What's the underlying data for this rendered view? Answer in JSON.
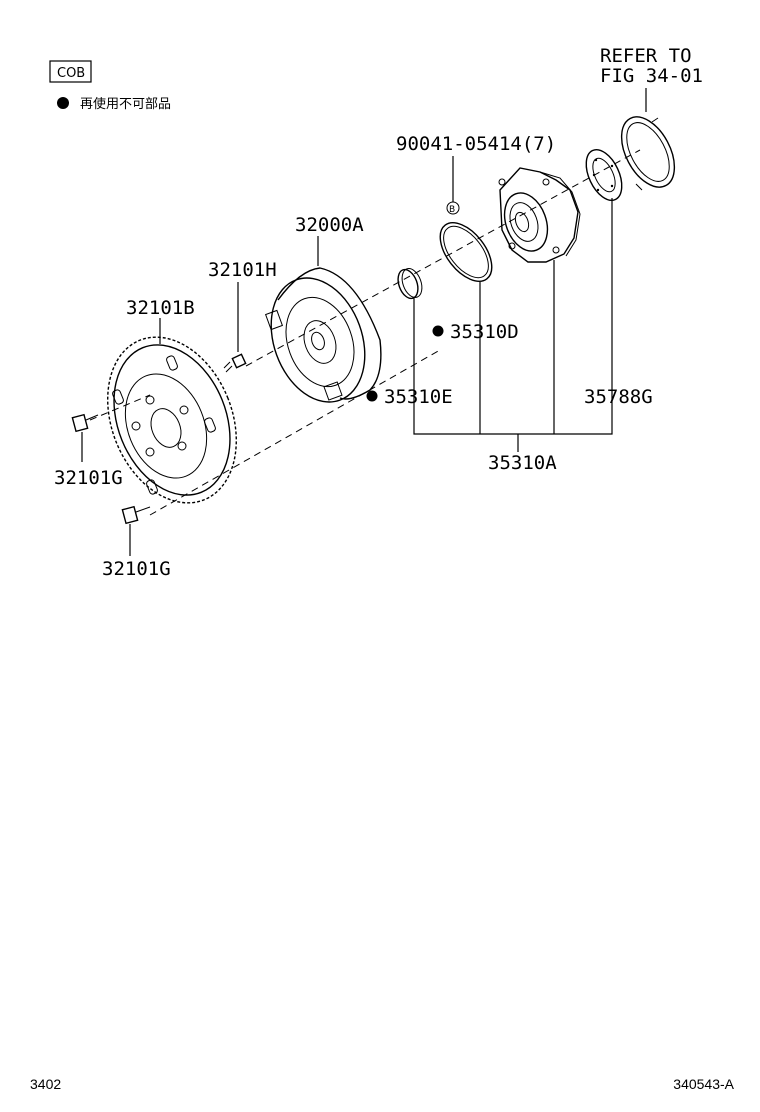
{
  "legend": {
    "code_box": "COB",
    "note_text": "再使用不可部品"
  },
  "refer": {
    "line1": "REFER TO",
    "line2": "FIG 34-01"
  },
  "parts": {
    "bolt_set": "90041-05414(7)",
    "bolt_mark": "B",
    "converter": "32000A",
    "flywheel": "32101B",
    "bolt_h": "32101H",
    "bolt_g1": "32101G",
    "bolt_g2": "32101G",
    "oring_d": "35310D",
    "seal_e": "35310E",
    "gasket_g": "35788G",
    "pump_assy": "35310A"
  },
  "footer": {
    "left": "3402",
    "right": "340543-A"
  }
}
